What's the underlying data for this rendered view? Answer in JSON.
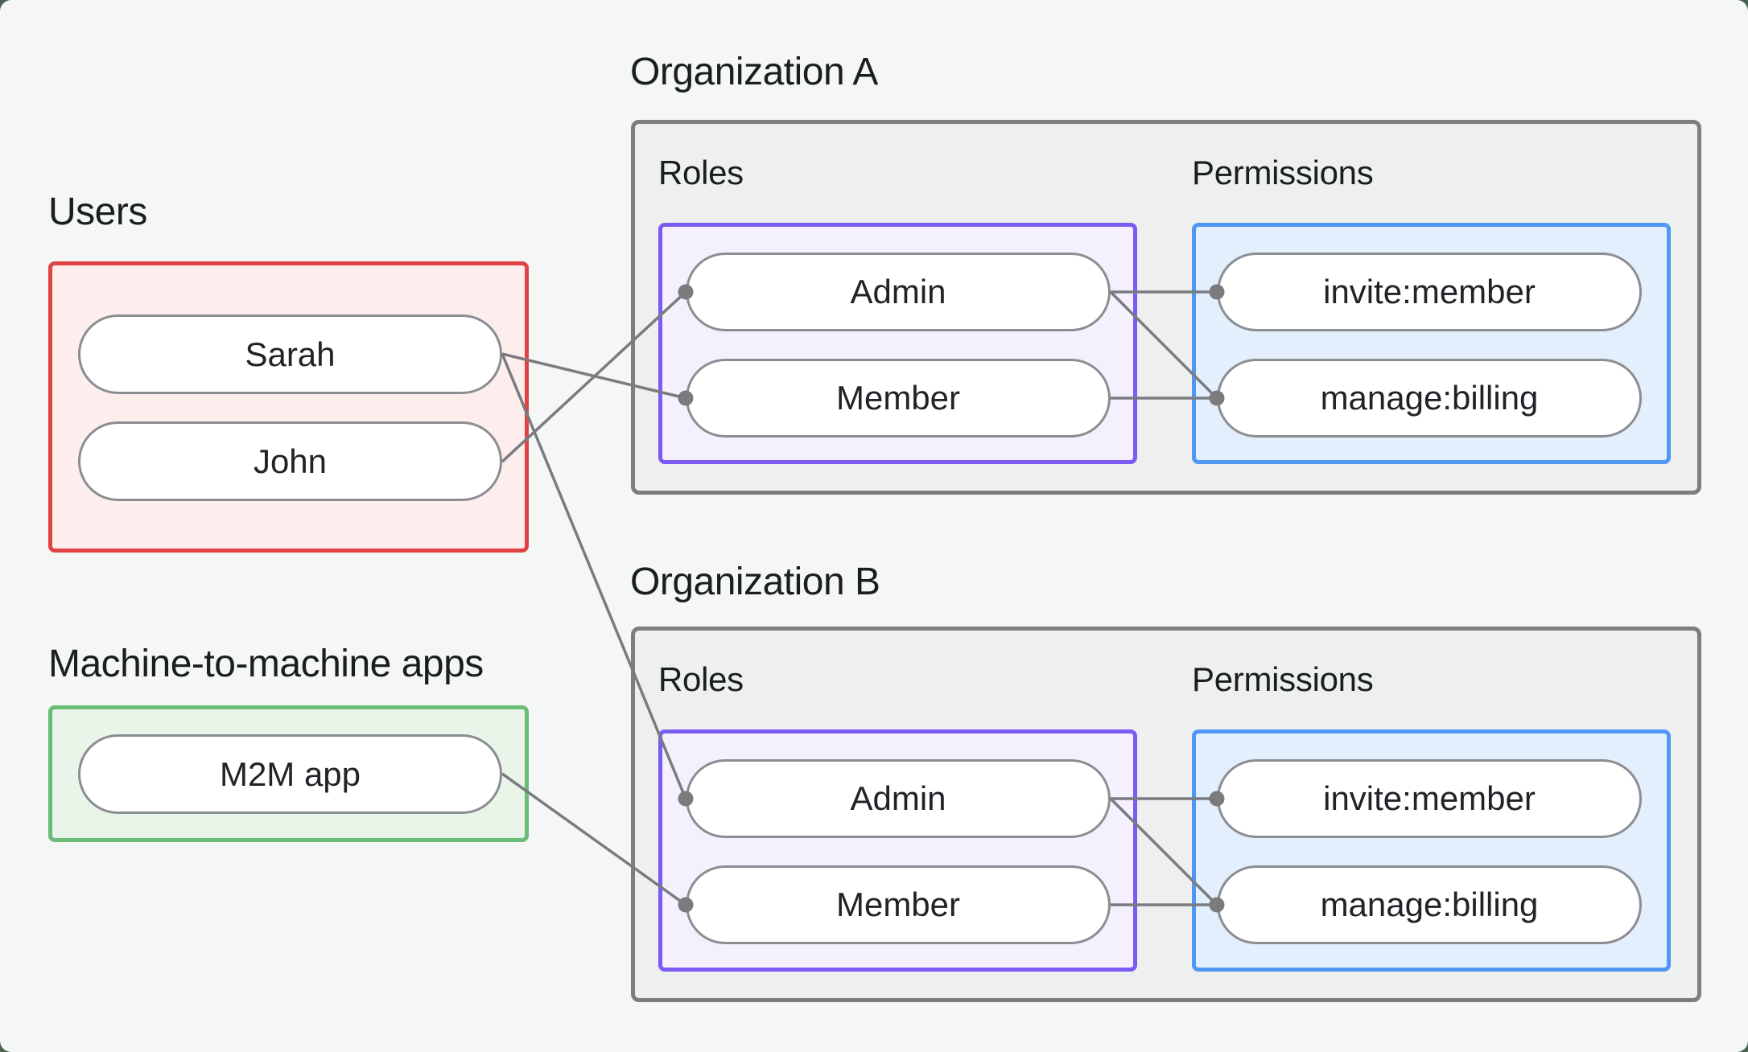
{
  "users": {
    "label": "Users",
    "items": [
      "Sarah",
      "John"
    ]
  },
  "m2m": {
    "label": "Machine-to-machine apps",
    "items": [
      "M2M app"
    ]
  },
  "orgs": [
    {
      "title": "Organization A",
      "roles_label": "Roles",
      "permissions_label": "Permissions",
      "roles": [
        "Admin",
        "Member"
      ],
      "permissions": [
        "invite:member",
        "manage:billing"
      ]
    },
    {
      "title": "Organization B",
      "roles_label": "Roles",
      "permissions_label": "Permissions",
      "roles": [
        "Admin",
        "Member"
      ],
      "permissions": [
        "invite:member",
        "manage:billing"
      ]
    }
  ],
  "connections": [
    {
      "from": "sarah",
      "to": "orgA-member"
    },
    {
      "from": "john",
      "to": "orgA-admin"
    },
    {
      "from": "sarah",
      "to": "orgB-admin"
    },
    {
      "from": "m2m-app",
      "to": "orgB-member"
    },
    {
      "from": "orgA-admin",
      "to": "orgA-invite"
    },
    {
      "from": "orgA-admin",
      "to": "orgA-manage"
    },
    {
      "from": "orgA-member",
      "to": "orgA-manage"
    },
    {
      "from": "orgB-admin",
      "to": "orgB-invite"
    },
    {
      "from": "orgB-admin",
      "to": "orgB-manage"
    },
    {
      "from": "orgB-member",
      "to": "orgB-manage"
    }
  ],
  "colors": {
    "background": "#f5f7f6",
    "page_surround": "#4a6251",
    "users_border": "#e14344",
    "users_fill": "#fdeeed",
    "m2m_border": "#6abc77",
    "m2m_fill": "#e9f5e9",
    "org_border": "#7b7d7f",
    "org_fill": "#eef0ef",
    "roles_border": "#7b5bf2",
    "roles_fill": "#f5f0fd",
    "permissions_border": "#4e97f3",
    "permissions_fill": "#e3effc",
    "connector": "#797b7e",
    "node_border": "#8b8d90",
    "text": "#1b1e21"
  }
}
